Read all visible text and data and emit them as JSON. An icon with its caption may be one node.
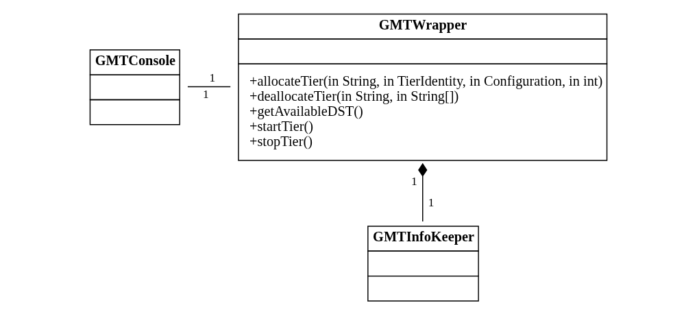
{
  "diagram": {
    "nodes": [
      {
        "text": [
          "GMTConsole"
        ]
      },
      {
        "text": [
          "GMTWrapper",
          "+allocateTier(in String, in TierIdentity, in Configuration, in int)",
          "+deallocateTier(in String, in String[])",
          "+getAvailableDST()",
          "+startTier()",
          "+stopTier()"
        ]
      },
      {
        "text": [
          "GMTInfoKeeper"
        ]
      }
    ],
    "edges": [
      {
        "from": 0,
        "to": 1,
        "arrow": "none"
      },
      {
        "from": 1,
        "to": 2,
        "arrow": "other"
      }
    ],
    "labels": [
      "1",
      "1",
      "1",
      "1"
    ]
  }
}
